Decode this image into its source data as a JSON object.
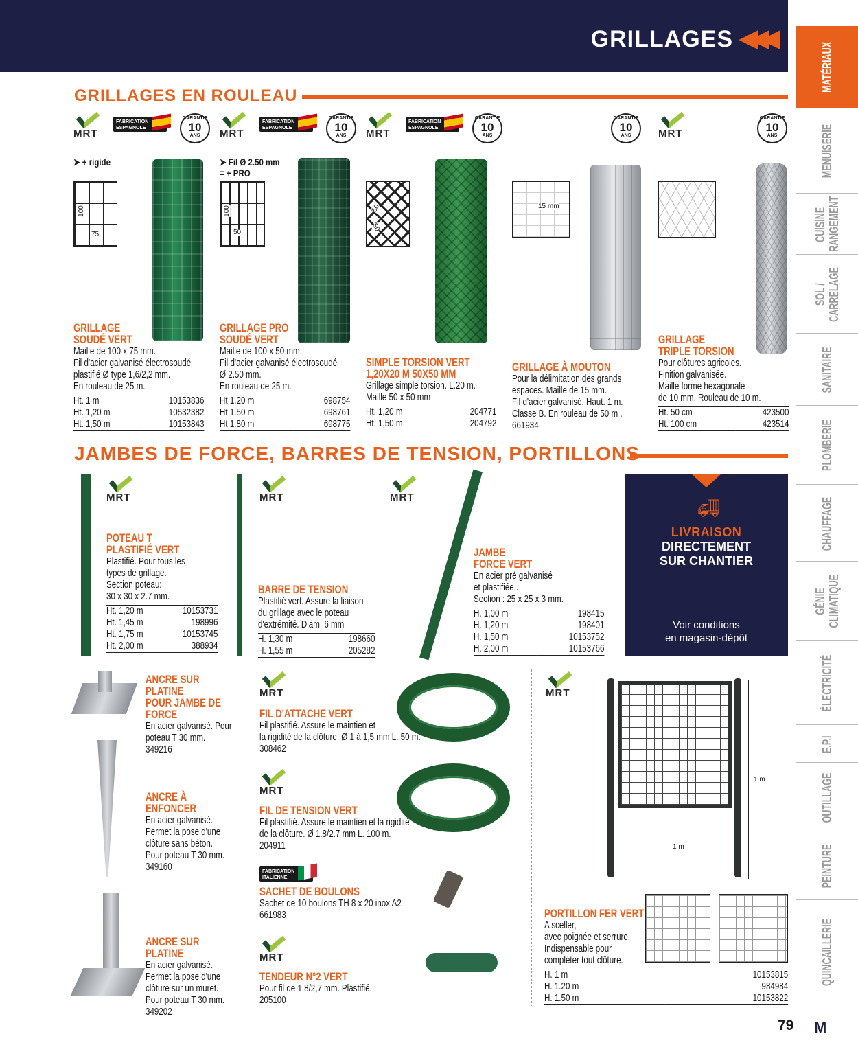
{
  "header": {
    "title": "GRILLAGES",
    "arrows": "◀◀◀"
  },
  "sections": {
    "rolls": "GRILLAGES EN ROULEAU",
    "accessories": "JAMBES DE FORCE, BARRES DE TENSION, PORTILLONS"
  },
  "nav": [
    {
      "label": "MATÉRIAUX",
      "active": true
    },
    {
      "label": "MENUISERIE"
    },
    {
      "label": "CUISINE RANGEMENT"
    },
    {
      "label": "SOL / CARRELAGE"
    },
    {
      "label": "SANITAIRE"
    },
    {
      "label": "PLOMBERIE"
    },
    {
      "label": "CHAUFFAGE"
    },
    {
      "label": "GÉNIE CLIMATIQUE"
    },
    {
      "label": "ÉLECTRICITÉ"
    },
    {
      "label": "E.P.I"
    },
    {
      "label": "OUTILLAGE"
    },
    {
      "label": "PEINTURE"
    },
    {
      "label": "QUINCAILLERIE"
    }
  ],
  "badges": {
    "mrt": "MRT",
    "fab_es": "FABRICATION ESPAGNOLE",
    "fab_it": "FABRICATION ITALIENNE",
    "garantie_top": "GARANTIE",
    "garantie_num": "10",
    "garantie_bottom": "ANS"
  },
  "notes": {
    "rigide": "➤ + rigide",
    "pro": "➤ Fil Ø 2.50 mm\n   = + PRO"
  },
  "diagram_labels": {
    "d1_h": "100",
    "d1_w": "75",
    "d2_h": "100",
    "d2_w": "50",
    "d3_a": "50",
    "d3_b": "50",
    "d4": "15 mm",
    "gate_h": "1 m",
    "gate_w": "1 m"
  },
  "products": [
    {
      "title": "GRILLAGE\nSOUDÉ VERT",
      "desc": [
        "Maille de 100 x 75 mm.",
        "Fil d'acier galvanisé électrosoudé",
        "plastifié Ø type 1,6/2,2 mm.",
        "En rouleau de 25 m."
      ],
      "rows": [
        [
          "Ht. 1 m",
          "10153836"
        ],
        [
          "Ht. 1,20 m",
          "10532382"
        ],
        [
          "Ht. 1,50 m",
          "10153843"
        ]
      ]
    },
    {
      "title": "GRILLAGE PRO\nSOUDÉ VERT",
      "desc": [
        "Maille de 100 x 50 mm.",
        "Fil d'acier galvanisé électrosoudé",
        "Ø 2.50 mm.",
        "En rouleau de 25 m."
      ],
      "rows": [
        [
          "Ht 1.20 m",
          "698754"
        ],
        [
          "Ht 1.50 m",
          "698761"
        ],
        [
          "Ht 1.80 m",
          "698775"
        ]
      ]
    },
    {
      "title": "SIMPLE TORSION VERT\n1,20X20 M 50X50 MM",
      "desc": [
        "Grillage simple torsion. L.20 m.",
        "Maille 50 x 50 mm"
      ],
      "rows": [
        [
          "Ht. 1,20 m",
          "204771"
        ],
        [
          "Ht. 1,50 m",
          "204792"
        ]
      ]
    },
    {
      "title": "GRILLAGE À MOUTON",
      "desc": [
        "Pour la délimitation des grands",
        "espaces. Maille de 15 mm.",
        "Fil d'acier galvanisé. Haut. 1 m.",
        "Classe B. En rouleau de 50 m .",
        "661934"
      ]
    },
    {
      "title": "GRILLAGE\nTRIPLE TORSION",
      "desc": [
        "Pour clôtures agricoles.",
        "Finition galvanisée.",
        "Maille forme hexagonale",
        "de 10 mm. Rouleau de 10 m."
      ],
      "rows": [
        [
          "Ht. 50 cm",
          "423500"
        ],
        [
          "Ht. 100 cm",
          "423514"
        ]
      ]
    },
    {
      "title": "POTEAU T\nPLASTIFIÉ VERT",
      "desc": [
        "Plastifié. Pour tous les",
        "types de grillage.",
        "Section poteau:",
        "30 x 30 x 2.7 mm."
      ],
      "rows": [
        [
          "Ht. 1,20 m",
          "10153731"
        ],
        [
          "Ht. 1,45 m",
          "198996"
        ],
        [
          "Ht. 1,75 m",
          "10153745"
        ],
        [
          "Ht. 2,00 m",
          "388934"
        ]
      ]
    },
    {
      "title": "BARRE DE TENSION",
      "desc": [
        "Plastifié vert. Assure la liaison",
        "du grillage avec le poteau",
        "d'extrémité. Diam. 6 mm"
      ],
      "rows": [
        [
          "H. 1,30 m",
          "198660"
        ],
        [
          "H. 1,55 m",
          "205282"
        ]
      ]
    },
    {
      "title": "JAMBE\nFORCE VERT",
      "desc": [
        "En acier pré galvanisé",
        "et plastifiée..",
        "Section : 25 x 25 x 3 mm."
      ],
      "rows": [
        [
          "H. 1,00 m",
          "198415"
        ],
        [
          "H. 1,20 m",
          "198401"
        ],
        [
          "H. 1,50 m",
          "10153752"
        ],
        [
          "H. 2,00 m",
          "10153766"
        ]
      ]
    },
    {
      "title": "ANCRE SUR PLATINE\nPOUR JAMBE DE FORCE",
      "desc": [
        "En acier galvanisé. Pour",
        "poteau T 30 mm.",
        "349216"
      ]
    },
    {
      "title": "ANCRE À ENFONCER",
      "desc": [
        "En acier galvanisé.",
        "Permet la pose d'une",
        "clôture sans béton.",
        "Pour poteau T 30 mm.",
        "349160"
      ]
    },
    {
      "title": "ANCRE SUR PLATINE",
      "desc": [
        "En acier galvanisé.",
        "Permet la pose d'une",
        "clôture sur un muret.",
        "Pour poteau T 30 mm.",
        "349202"
      ]
    },
    {
      "title": "FIL D'ATTACHE VERT",
      "desc": [
        "Fil plastifié. Assure le maintien et",
        "la rigidité de la clôture. Ø 1 à 1,5 mm L. 50 m.",
        "308462"
      ]
    },
    {
      "title": "FIL DE TENSION VERT",
      "desc": [
        "Fil plastifié. Assure le maintien et la rigidité",
        "de la clôture. Ø 1.8/2.7 mm L. 100 m.",
        "204911"
      ]
    },
    {
      "title": "SACHET DE BOULONS",
      "desc": [
        "Sachet de 10 boulons TH 8 x 20 inox A2",
        "661983"
      ]
    },
    {
      "title": "TENDEUR N°2 VERT",
      "desc": [
        "Pour fil de 1,8/2,7 mm. Plastifié.",
        "205100"
      ]
    },
    {
      "title": "PORTILLON FER VERT",
      "desc": [
        "A sceller,",
        "avec poignée et serrure.",
        "Indispensable pour",
        "compléter tout clôture."
      ],
      "rows": [
        [
          "H. 1 m",
          "10153815"
        ],
        [
          "H. 1.20 m",
          "984984"
        ],
        [
          "H. 1.50 m",
          "10153822"
        ]
      ]
    }
  ],
  "promo": {
    "line1": "LIVRAISON",
    "line2": "DIRECTEMENT",
    "line3": "SUR CHANTIER",
    "line4": "Voir conditions",
    "line5": "en magasin-dépôt"
  },
  "footer": {
    "page": "79",
    "logo": "M"
  },
  "colors": {
    "accent": "#e8601c",
    "navy": "#1e1f45",
    "green": "#1f5e36"
  }
}
